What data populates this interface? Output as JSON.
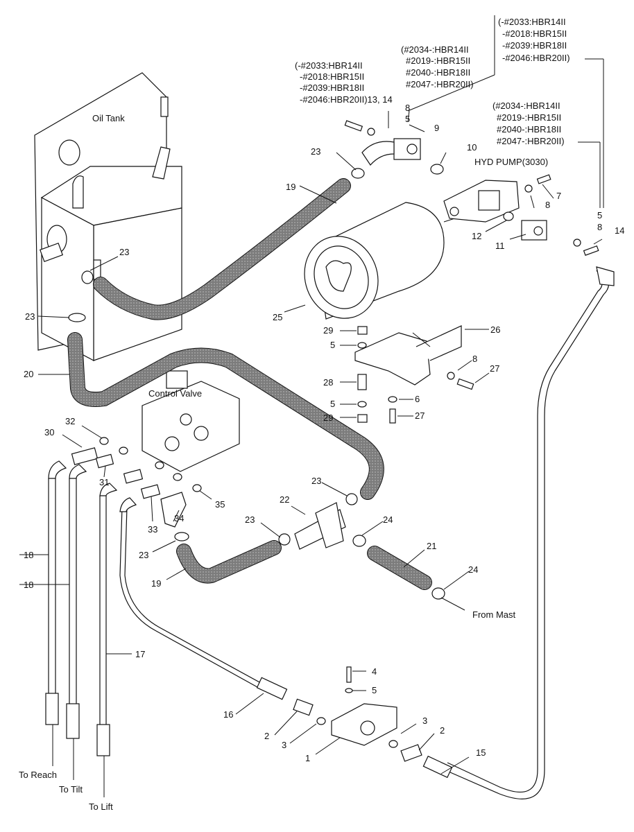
{
  "labels": {
    "oil_tank": "Oil Tank",
    "control_valve": "Control Valve",
    "hyd_pump": "HYD PUMP(3030)",
    "from_mast": "From Mast",
    "to_reach": "To Reach",
    "to_tilt": "To Tilt",
    "to_lift": "To Lift"
  },
  "notes": {
    "left": [
      "(-#2033:HBR14II",
      "-#2018:HBR15II",
      "-#2039:HBR18II",
      "-#2046:HBR20II)13, 14"
    ],
    "mid": [
      "(#2034-:HBR14II",
      "#2019-:HBR15II",
      "#2040-:HBR18II",
      "#2047-:HBR20II)"
    ],
    "top_right": [
      "(-#2033:HBR14II",
      "-#2018:HBR15II",
      "-#2039:HBR18II",
      "-#2046:HBR20II)"
    ],
    "right": [
      "(#2034-:HBR14II",
      "#2019-:HBR15II",
      "#2040-:HBR18II",
      "#2047-:HBR20II)"
    ]
  },
  "callouts": {
    "n1": "1",
    "n2a": "2",
    "n2b": "2",
    "n3a": "3",
    "n3b": "3",
    "n4": "4",
    "n5a": "5",
    "n5b": "5",
    "n5c": "5",
    "n5d": "5",
    "n5e": "5",
    "n6": "6",
    "n7": "7",
    "n8a": "8",
    "n8b": "8",
    "n8c": "8",
    "n8d": "8",
    "n9": "9",
    "n10": "10",
    "n11": "11",
    "n12": "12",
    "n14": "14",
    "n15": "15",
    "n16": "16",
    "n17": "17",
    "n18a": "18",
    "n18b": "18",
    "n19a": "19",
    "n19b": "19",
    "n20": "20",
    "n21": "21",
    "n22": "22",
    "n23a": "23",
    "n23b": "23",
    "n23c": "23",
    "n23d": "23",
    "n23e": "23",
    "n23f": "23",
    "n24a": "24",
    "n24b": "24",
    "n25": "25",
    "n26": "26",
    "n27a": "27",
    "n27b": "27",
    "n28": "28",
    "n29a": "29",
    "n29b": "29",
    "n30": "30",
    "n31": "31",
    "n32": "32",
    "n33": "33",
    "n34": "34",
    "n35": "35"
  },
  "colors": {
    "line": "#111111",
    "hose_fill": "#8a8a8a",
    "paper": "#ffffff"
  }
}
